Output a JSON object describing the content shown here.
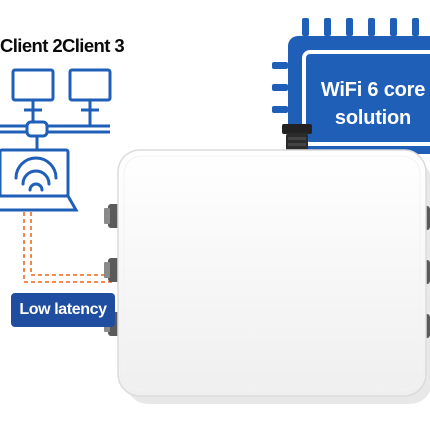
{
  "clients": [
    {
      "label": "Client 2"
    },
    {
      "label": "Client 3"
    }
  ],
  "chip": {
    "line1": "WiFi 6 core",
    "line2": "solution"
  },
  "badge": {
    "label": "Low latency"
  },
  "colors": {
    "diagram_blue": "#1f5fb8",
    "badge_blue": "#1f4ea0",
    "dashed_link": "#f07a3a",
    "device_body": "#f7f7f7"
  }
}
